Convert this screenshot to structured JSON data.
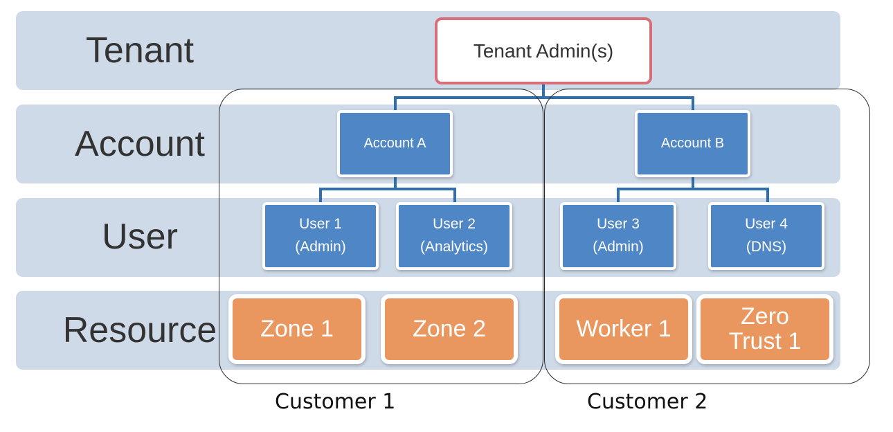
{
  "layers": [
    "Tenant",
    "Account",
    "User",
    "Resource"
  ],
  "tenant_admin": "Tenant Admin(s)",
  "accounts": [
    "Account A",
    "Account B"
  ],
  "users": [
    {
      "line1": "User 1",
      "line2": "(Admin)"
    },
    {
      "line1": "User 2",
      "line2": "(Analytics)"
    },
    {
      "line1": "User 3",
      "line2": "(Admin)"
    },
    {
      "line1": "User 4",
      "line2": "(DNS)"
    }
  ],
  "resources": [
    {
      "line1": "Zone 1",
      "line2": ""
    },
    {
      "line1": "Zone 2",
      "line2": ""
    },
    {
      "line1": "Worker 1",
      "line2": ""
    },
    {
      "line1": "Zero",
      "line2": "Trust 1"
    }
  ],
  "customers": [
    "Customer 1",
    "Customer 2"
  ],
  "colors": {
    "band": "#cfdae8",
    "account_user_fill": "#4f86c6",
    "resource_fill": "#e9965f",
    "tenant_admin_border": "#d76e79",
    "connector": "#2f6fad"
  }
}
